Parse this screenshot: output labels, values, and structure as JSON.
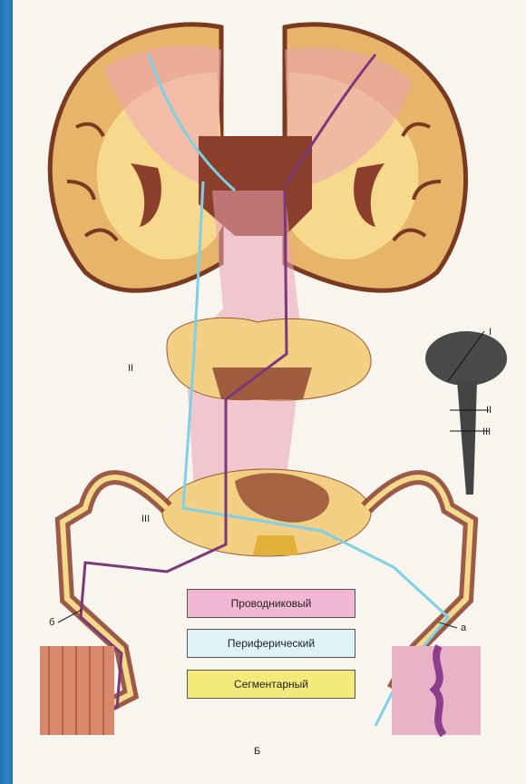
{
  "labels": {
    "level_1": "I",
    "level_2": "II",
    "level_3": "III",
    "level_2_main": "II",
    "level_3_main": "III",
    "letter_a": "а",
    "letter_b": "б",
    "letter_B": "Б"
  },
  "legend": [
    {
      "label": "Проводниковый",
      "color": "#f2b7d3"
    },
    {
      "label": "Периферический",
      "color": "#dff3f6"
    },
    {
      "label": "Сегментарный",
      "color": "#f4ea7a"
    }
  ],
  "colors": {
    "cortex": "#e9c172",
    "white_matter": "#f7dc8a",
    "pink_path": "#e9a0b5",
    "blue_fiber": "#7fd0e6",
    "purple_fiber": "#7a3a7a",
    "dark_brown": "#8a3c2a",
    "muscle": "#d9896b",
    "skin": "#e9b3c7",
    "frame_blue": "#1f6fb0"
  }
}
